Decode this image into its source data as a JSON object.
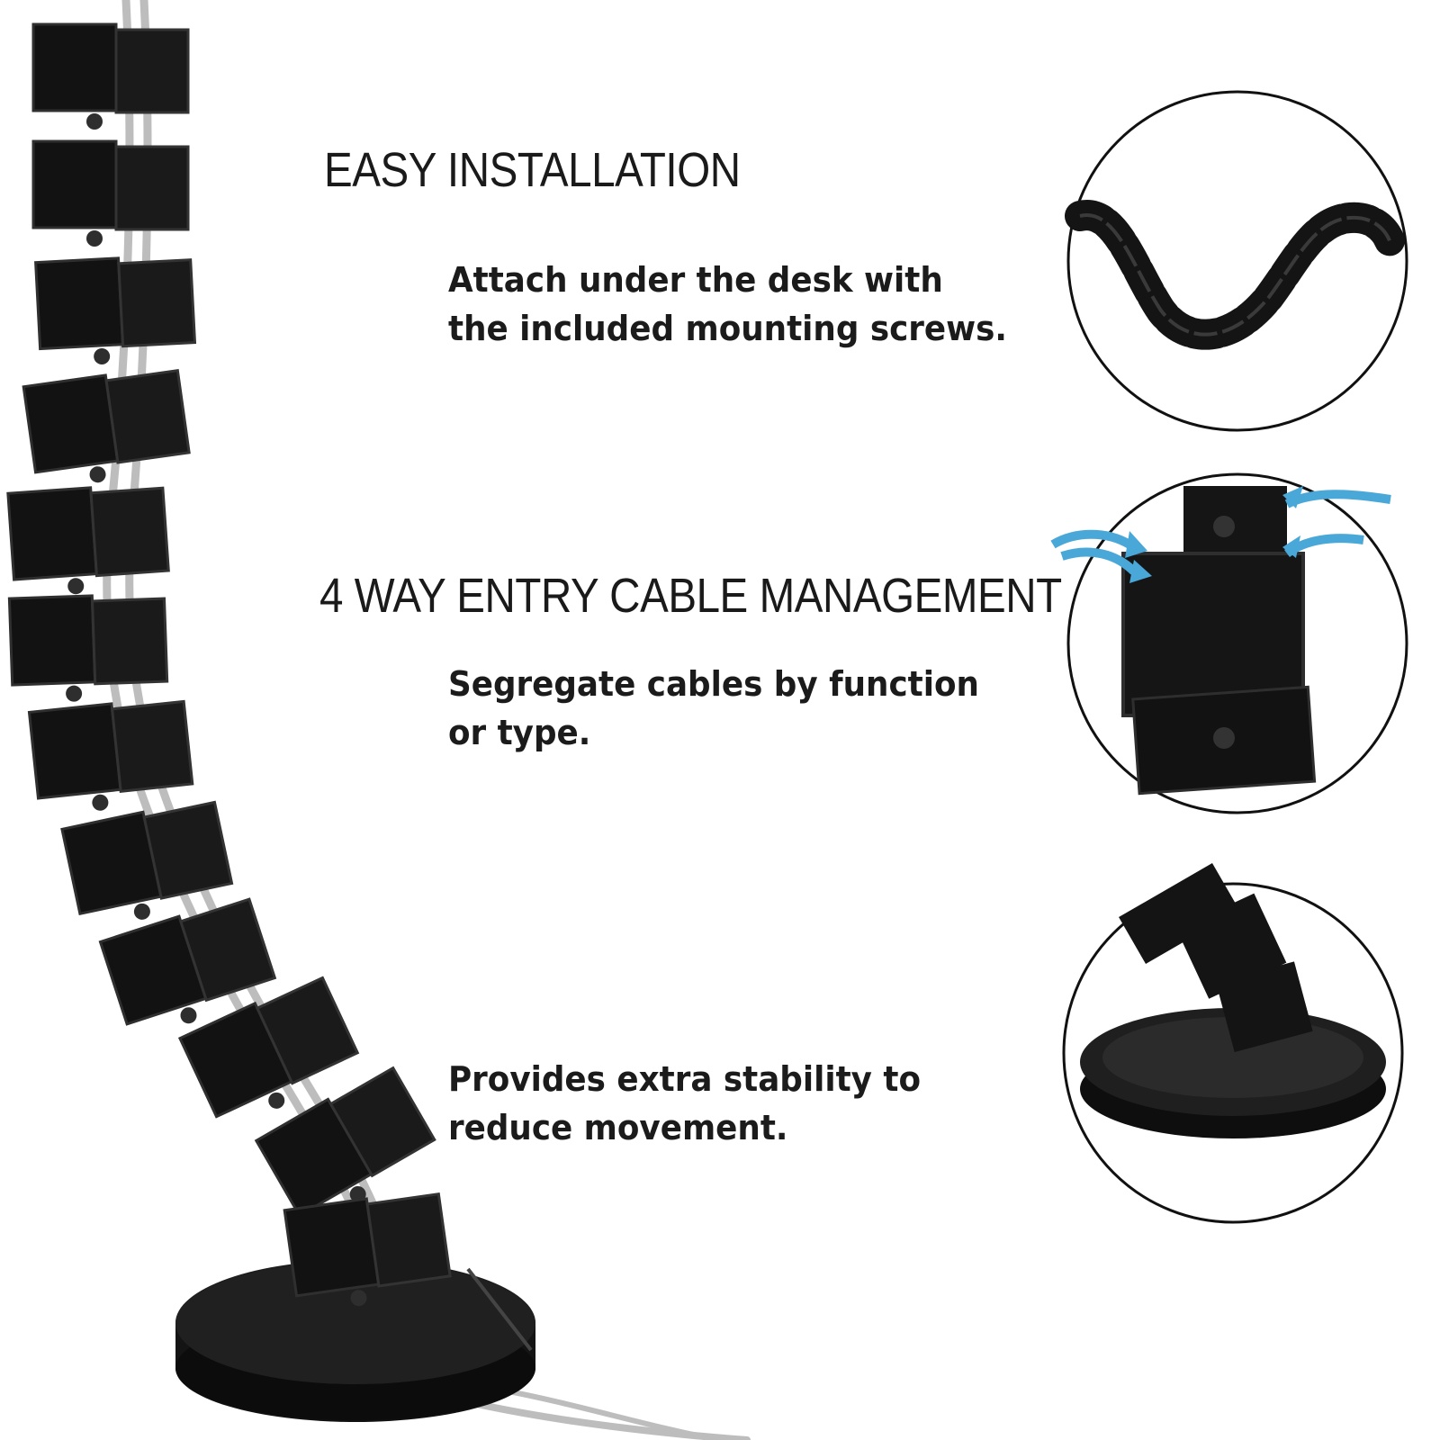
{
  "features": [
    {
      "title": "EASY INSTALLATION",
      "lines": [
        "Attach under the desk with",
        "the included mounting screws."
      ],
      "icon": "wavy-cable-spine-icon"
    },
    {
      "title": "4 WAY ENTRY CABLE MANAGEMENT",
      "lines": [
        "Segregate cables by function",
        "or type."
      ],
      "icon": "four-way-entry-icon"
    },
    {
      "title": "",
      "lines": [
        "Provides extra stability to",
        "reduce movement."
      ],
      "icon": "weighted-base-icon"
    }
  ],
  "colors": {
    "product": "#141414",
    "product_highlight": "#3a3a3a",
    "cable": "#c9c9c9",
    "arrow": "#4aa8d8",
    "text": "#1a1a1a",
    "background": "#ffffff"
  }
}
